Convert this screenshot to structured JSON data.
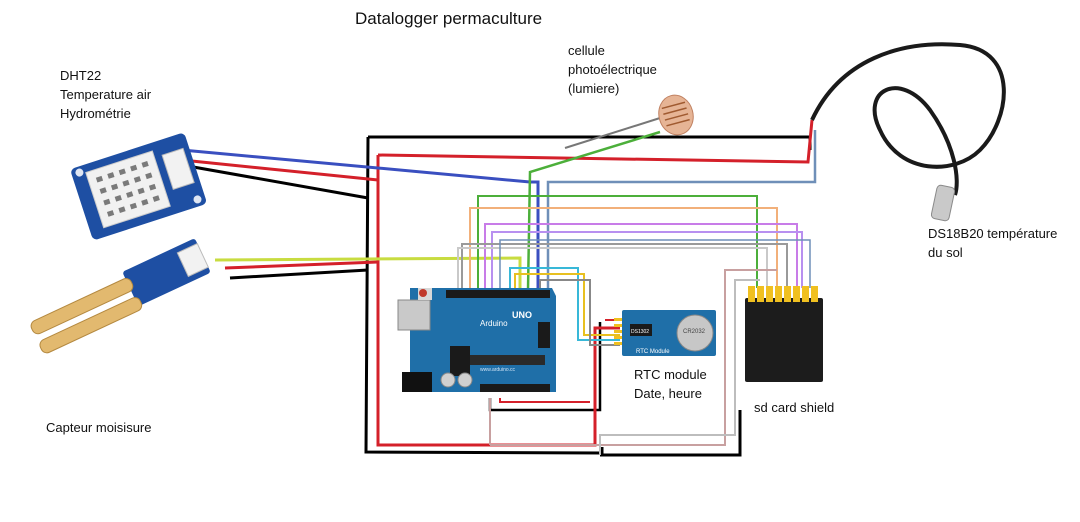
{
  "title": "Datalogger permaculture",
  "labels": {
    "dht22": [
      "DHT22",
      "Temperature air",
      "Hydrométrie"
    ],
    "photocell": [
      "cellule",
      "photoélectrique",
      "(lumiere)"
    ],
    "ds18b20": [
      "DS18B20 température",
      "du sol"
    ],
    "moisture": [
      "Capteur moisisure"
    ],
    "rtc": [
      "RTC module",
      "Date, heure"
    ],
    "sd": [
      "sd card shield"
    ]
  },
  "board_text": {
    "brand": "Arduino",
    "model": "UNO",
    "url": "www.arduino.cc",
    "rtc_chip": "DS1302",
    "battery": "CR2032",
    "rtc_caption": "RTC Module"
  },
  "colors": {
    "arduino": "#1f6fa8",
    "grove": "#1e4fa3",
    "wire_black": "#000000",
    "wire_red": "#d4202a",
    "wire_blue": "#3a4fc0",
    "wire_yellowgreen": "#c8dc40",
    "wire_green": "#4caf3a",
    "wire_orange": "#f2b07a",
    "wire_purple": "#c87ce8",
    "wire_gray": "#9a9a9a",
    "wire_steelblue": "#6f8fb8",
    "wire_rose": "#c8a0a0",
    "sd_pins": "#f0c020"
  }
}
